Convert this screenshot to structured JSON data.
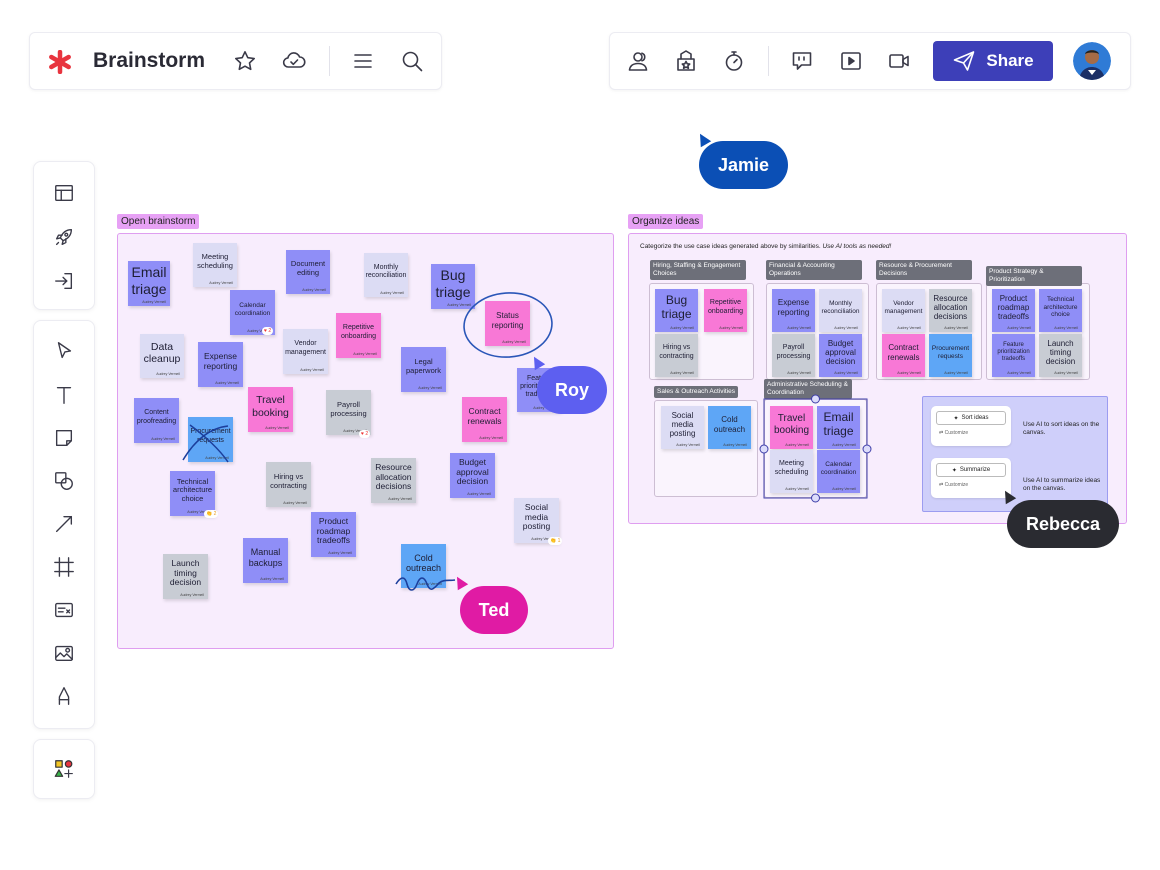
{
  "header": {
    "title": "Brainstorm",
    "share_label": "Share"
  },
  "frames": {
    "open_label": "Open brainstorm",
    "organize_label": "Organize ideas",
    "organize_instructions": "Categorize the use case ideas generated above by similarities.",
    "organize_instructions_em": "Use AI tools as needed!"
  },
  "author": "Audrey Vermeil",
  "open_notes": [
    {
      "text": "Email triage",
      "color": "p",
      "size": 14
    },
    {
      "text": "Meeting scheduling",
      "color": "l",
      "size": 7.5
    },
    {
      "text": "Document editing",
      "color": "p",
      "size": 7.5
    },
    {
      "text": "Monthly reconciliation",
      "color": "l",
      "size": 7
    },
    {
      "text": "Bug triage",
      "color": "p",
      "size": 14
    },
    {
      "text": "Calendar coordination",
      "color": "p",
      "size": 6.5
    },
    {
      "text": "Repetitive onboarding",
      "color": "m",
      "size": 7
    },
    {
      "text": "Data cleanup",
      "color": "l",
      "size": 10.5
    },
    {
      "text": "Expense reporting",
      "color": "p",
      "size": 8.5
    },
    {
      "text": "Vendor management",
      "color": "l",
      "size": 7
    },
    {
      "text": "Status reporting",
      "color": "m",
      "size": 8
    },
    {
      "text": "Legal paperwork",
      "color": "p",
      "size": 7.5
    },
    {
      "text": "Feature prioritization tradeoffs",
      "color": "p",
      "size": 7
    },
    {
      "text": "Travel booking",
      "color": "m",
      "size": 10.5
    },
    {
      "text": "Payroll processing",
      "color": "g",
      "size": 7.5
    },
    {
      "text": "Content proofreading",
      "color": "p",
      "size": 7
    },
    {
      "text": "Procurement requests",
      "color": "b",
      "size": 7
    },
    {
      "text": "Contract renewals",
      "color": "m",
      "size": 8.5
    },
    {
      "text": "Technical architecture choice",
      "color": "p",
      "size": 7.5
    },
    {
      "text": "Hiring vs contracting",
      "color": "g",
      "size": 7.5
    },
    {
      "text": "Resource allocation decisions",
      "color": "g",
      "size": 8.5
    },
    {
      "text": "Budget approval decision",
      "color": "p",
      "size": 8.5
    },
    {
      "text": "Product roadmap tradeoffs",
      "color": "p",
      "size": 8.5
    },
    {
      "text": "Social media posting",
      "color": "l",
      "size": 8.5
    },
    {
      "text": "Manual backups",
      "color": "p",
      "size": 9
    },
    {
      "text": "Launch timing decision",
      "color": "g",
      "size": 8.5
    },
    {
      "text": "Cold outreach",
      "color": "b",
      "size": 9
    }
  ],
  "groups": [
    {
      "label": "Hiring, Staffing & Engagement Choices",
      "notes": [
        {
          "text": "Bug triage",
          "color": "p",
          "size": 12
        },
        {
          "text": "Repetitive onboarding",
          "color": "m",
          "size": 7
        },
        {
          "text": "Hiring vs contracting",
          "color": "g",
          "size": 7
        }
      ]
    },
    {
      "label": "Financial & Accounting Operations",
      "notes": [
        {
          "text": "Expense reporting",
          "color": "p",
          "size": 8
        },
        {
          "text": "Monthly reconciliation",
          "color": "l",
          "size": 6.5
        },
        {
          "text": "Payroll processing",
          "color": "g",
          "size": 7
        },
        {
          "text": "Budget approval decision",
          "color": "p",
          "size": 8
        }
      ]
    },
    {
      "label": "Resource & Procurement Decisions",
      "notes": [
        {
          "text": "Vendor management",
          "color": "l",
          "size": 6.5
        },
        {
          "text": "Resource allocation decisions",
          "color": "g",
          "size": 8
        },
        {
          "text": "Contract renewals",
          "color": "m",
          "size": 8
        },
        {
          "text": "Procurement requests",
          "color": "b",
          "size": 6.5
        }
      ]
    },
    {
      "label": "Product Strategy & Prioritization",
      "notes": [
        {
          "text": "Product roadmap tradeoffs",
          "color": "p",
          "size": 8
        },
        {
          "text": "Technical architecture choice",
          "color": "p",
          "size": 6.5
        },
        {
          "text": "Feature prioritization tradeoffs",
          "color": "p",
          "size": 6
        },
        {
          "text": "Launch timing decision",
          "color": "g",
          "size": 8
        }
      ]
    },
    {
      "label": "Sales & Outreach Activities",
      "notes": [
        {
          "text": "Social media posting",
          "color": "l",
          "size": 8
        },
        {
          "text": "Cold outreach",
          "color": "b",
          "size": 8
        }
      ]
    },
    {
      "label": "Administrative Scheduling & Coordination",
      "notes": [
        {
          "text": "Travel booking",
          "color": "m",
          "size": 10
        },
        {
          "text": "Email triage",
          "color": "p",
          "size": 12
        },
        {
          "text": "Meeting scheduling",
          "color": "l",
          "size": 7
        },
        {
          "text": "Calendar coordination",
          "color": "p",
          "size": 6.5
        }
      ]
    }
  ],
  "ai": {
    "sort_label": "Sort ideas",
    "summarize_label": "Summarize",
    "customize_label": "Customize",
    "sort_desc": "Use AI to sort ideas on the canvas.",
    "summarize_desc": "Use AI to summarize ideas on the canvas."
  },
  "cursors": [
    {
      "name": "Jamie",
      "color": "#0b4fb5"
    },
    {
      "name": "Roy",
      "color": "#5d5ff0"
    },
    {
      "name": "Ted",
      "color": "#e01ba4"
    },
    {
      "name": "Rebecca",
      "color": "#2a2b31"
    }
  ],
  "icons": {
    "logo": "asterisk-logo-icon",
    "favorite": "star-icon",
    "saved": "cloud-check-icon",
    "menu": "hamburger-menu-icon",
    "search": "search-icon",
    "collaborators": "users-icon",
    "templates": "template-star-icon",
    "timer": "timer-icon",
    "comments": "comment-icon",
    "present": "play-icon",
    "video": "video-icon",
    "share": "send-icon"
  },
  "colors": {
    "brand": "#3d3fb8",
    "logo": "#e8343f",
    "frame_bg": "#f8edfd",
    "frame_border": "#df9ef0",
    "purple_note": "#8f8ef7",
    "pink_note": "#f878d6",
    "gray_note": "#c8ccd4",
    "lavender_note": "#dcdcf4",
    "blue_note": "#5ea6f6"
  }
}
